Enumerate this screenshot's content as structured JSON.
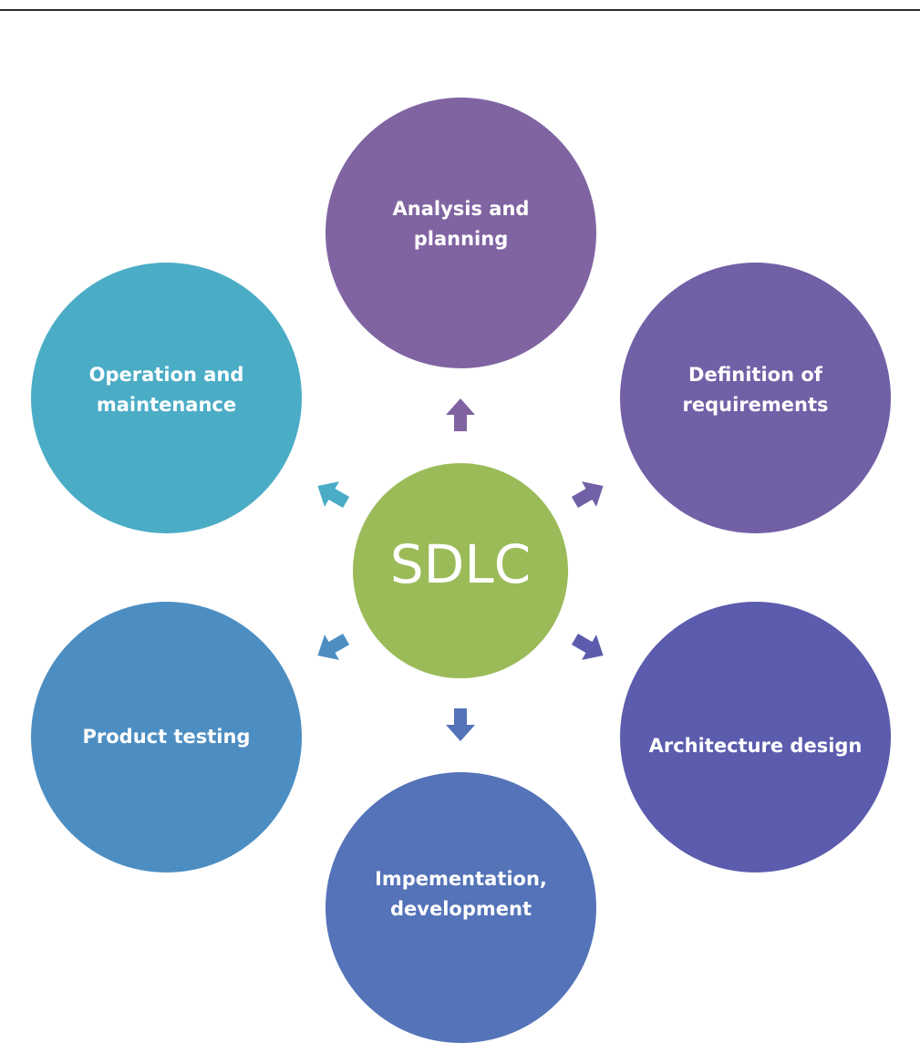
{
  "diagram": {
    "center": {
      "label": "SDLC",
      "color": "#9bbb59"
    },
    "phases": [
      {
        "key": "analysis",
        "label": "Analysis and planning",
        "color": "#8064a2"
      },
      {
        "key": "definition",
        "label": "Definition of requirements",
        "color": "#7160a6"
      },
      {
        "key": "architecture",
        "label": "Architecture design",
        "color": "#5b5cad"
      },
      {
        "key": "implementation",
        "label": "Impementation, development",
        "color": "#5473b8"
      },
      {
        "key": "testing",
        "label": "Product testing",
        "color": "#4d8ec2"
      },
      {
        "key": "operation",
        "label": "Operation and maintenance",
        "color": "#4bacc6"
      }
    ],
    "arrows": [
      {
        "target": "analysis",
        "color": "#8064a2"
      },
      {
        "target": "definition",
        "color": "#7160a6"
      },
      {
        "target": "architecture",
        "color": "#5b5cad"
      },
      {
        "target": "implementation",
        "color": "#5473b8"
      },
      {
        "target": "testing",
        "color": "#4d8ec2"
      },
      {
        "target": "operation",
        "color": "#4bacc6"
      }
    ]
  }
}
